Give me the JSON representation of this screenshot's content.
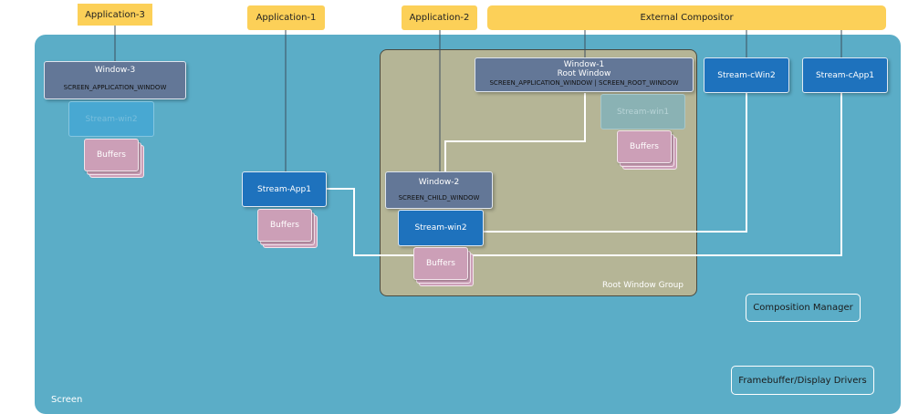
{
  "applications": {
    "app3": "Application-3",
    "app1": "Application-1",
    "app2": "Application-2",
    "compositor": "External Compositor"
  },
  "screen": {
    "label": "Screen"
  },
  "root_window_group": {
    "label": "Root Window Group"
  },
  "windows": {
    "window3": {
      "title": "Window-3",
      "type": "SCREEN_APPLICATION_WINDOW"
    },
    "window1": {
      "title": "Window-1",
      "subtitle": "Root Window",
      "type": "SCREEN_APPLICATION_WINDOW | SCREEN_ROOT_WINDOW"
    },
    "window2": {
      "title": "Window-2",
      "type": "SCREEN_CHILD_WINDOW"
    }
  },
  "streams": {
    "win2_faded": "Stream-win2",
    "app1": "Stream-App1",
    "win2": "Stream-win2",
    "win1_faded": "Stream-win1",
    "cwin2": "Stream-cWin2",
    "capp1": "Stream-cApp1"
  },
  "buffers": {
    "label": "Buffers"
  },
  "composition_manager": "Composition Manager",
  "framebuffer": "Framebuffer/Display Drivers",
  "colors": {
    "screen": "#5badc7",
    "application": "#fcd058",
    "window": "#637797",
    "stream": "#1e72bd",
    "buffers": "#cc9fb7",
    "root_window_group": "#b5b596"
  }
}
